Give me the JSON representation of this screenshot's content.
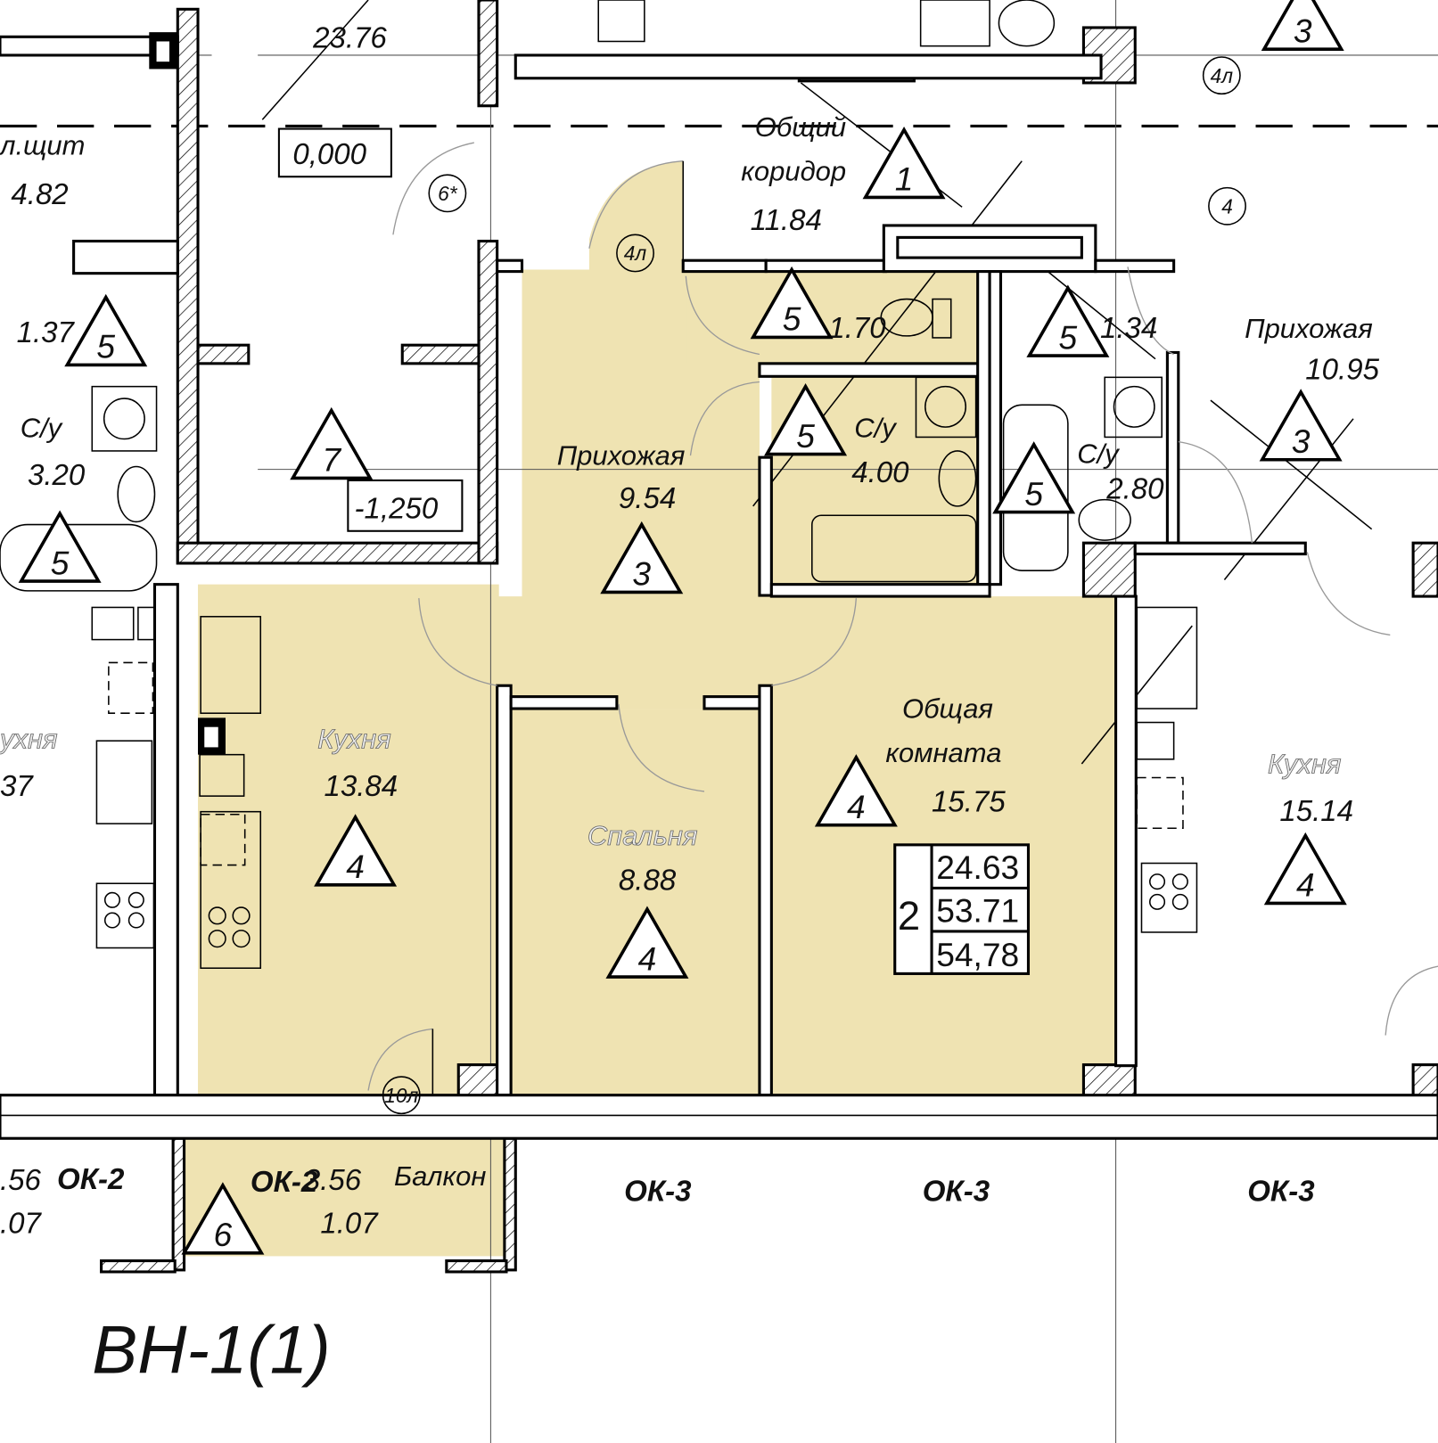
{
  "colors": {
    "apartment_fill": "#efe3b2",
    "line": "#000000",
    "background": "#ffffff"
  },
  "plan": {
    "sheet_mark": "ВН-1(1)",
    "elevation_top": "0,000",
    "elevation_storage": "-1,250",
    "apartment_summary": {
      "rooms": "2",
      "living_area": "24.63",
      "total_area": "53.71",
      "total_area_with_balcony": "54,78"
    },
    "rooms": {
      "top_area": "23.76",
      "electrical_label": "л.щит",
      "electrical_area": "4.82",
      "corridor_line1": "Общий",
      "corridor_line2": "коридор",
      "corridor_area": "11.84",
      "left_wc_area": "1.37",
      "left_bath_label": "С/у",
      "left_bath_area": "3.20",
      "hall_label": "Прихожая",
      "hall_area": "9.54",
      "wc_area": "1.70",
      "bath_label": "С/у",
      "bath_area": "4.00",
      "right_wc_area": "1.34",
      "right_bath_label": "С/у",
      "right_bath_area": "2.80",
      "right_hall_label": "Прихожая",
      "right_hall_area": "10.95",
      "kitchen_label": "Кухня",
      "kitchen_area": "13.84",
      "left_kitchen_label": "ухня",
      "left_kitchen_area": "37",
      "living_line1": "Общая",
      "living_line2": "комната",
      "living_area": "15.75",
      "bedroom_label": "Спальня",
      "bedroom_area": "8.88",
      "right_kitchen_label": "Кухня",
      "right_kitchen_area": "15.14",
      "balcony_label": "Балкон",
      "balcony_area_a": "3.56",
      "balcony_area_b": "1.07",
      "left_balcony_area_a": ".56",
      "left_balcony_area_b": ".07"
    },
    "door_marks": [
      "6*",
      "4л",
      "4л",
      "4",
      "10л"
    ],
    "window_marks": [
      "ОК-2",
      "ОК-2",
      "ОК-3",
      "ОК-3",
      "ОК-3"
    ],
    "finish_marks": [
      "7",
      "5",
      "5",
      "3",
      "5",
      "5",
      "5",
      "5",
      "3",
      "1",
      "3",
      "4",
      "4",
      "4",
      "4",
      "6"
    ]
  }
}
